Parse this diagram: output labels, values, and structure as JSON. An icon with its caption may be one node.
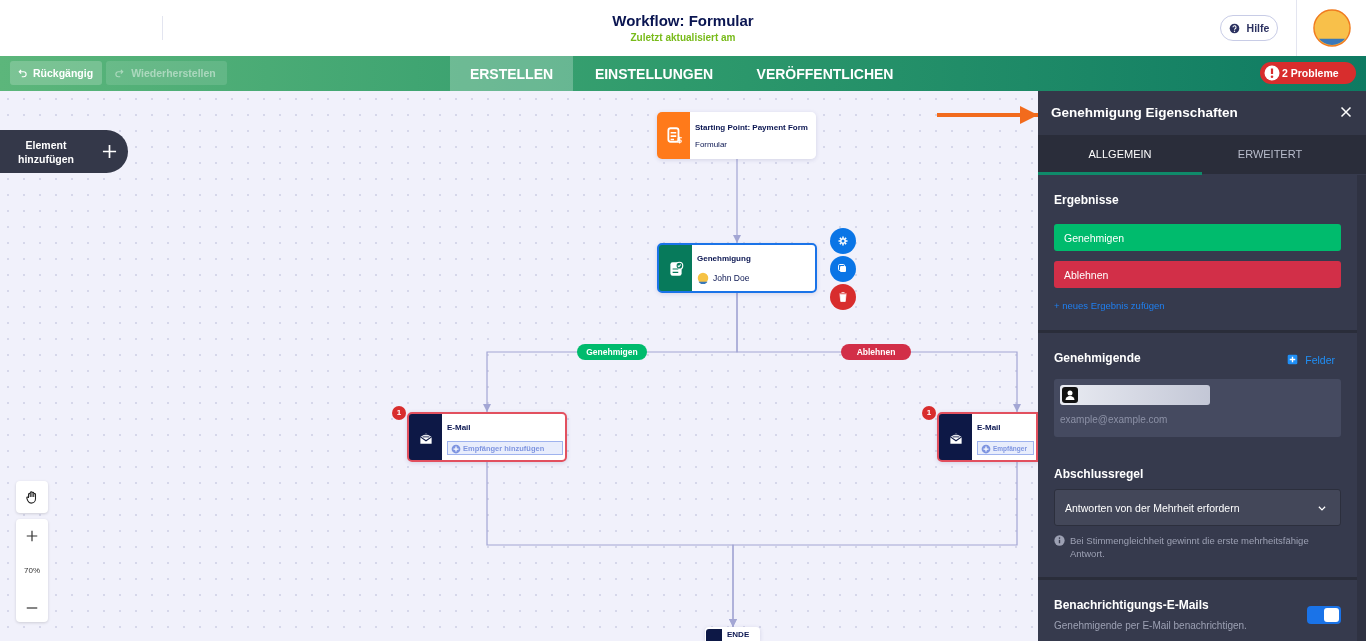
{
  "diagram": {
    "title": "Workflow: Formular",
    "nodes": [
      {
        "text": [
          "Starting Point: Payment Form",
          "Formular"
        ]
      },
      {
        "text": [
          "Genehmigung",
          "John Doe"
        ]
      },
      {
        "text": [
          "E-Mail",
          "Empfänger hinzufügen"
        ],
        "beside": [
          "1"
        ]
      },
      {
        "text": [
          "E-Mail",
          "Empfänger"
        ],
        "beside": [
          "1"
        ]
      },
      {
        "text": [
          "ENDE"
        ]
      },
      {
        "text": [
          "Genehmigung Eigenschaften"
        ]
      },
      {
        "text": [
          "Genehmigen"
        ],
        "in": 5
      },
      {
        "text": [
          "Ablehnen"
        ],
        "in": 5
      }
    ],
    "edges": [
      {
        "from": 0,
        "to": 1,
        "arrow": "to"
      },
      {
        "from": 1,
        "to": 2,
        "arrow": "to",
        "label": "Genehmigen"
      },
      {
        "from": 1,
        "to": 3,
        "arrow": "to",
        "label": "Ablehnen"
      },
      {
        "from": 2,
        "to": 4,
        "arrow": "to"
      },
      {
        "from": 3,
        "to": 4,
        "arrow": "to"
      },
      {
        "from": null,
        "to": 5,
        "arrow": "to",
        "style": "thick",
        "color": "#f26b1d"
      }
    ],
    "labels": [
      "Zuletzt aktualisiert am",
      "Hilfe",
      "Rückgängig",
      "Wiederherstellen",
      "ERSTELLEN",
      "EINSTELLUNGEN",
      "VERÖFFENTLICHEN",
      "2 Probleme",
      "Element hinzufügen",
      "70%",
      "ALLGEMEIN",
      "ERWEITERT",
      "Ergebnisse",
      "+ neues Ergebnis zufügen",
      "Genehmigende",
      "Felder",
      "example@example.com",
      "Abschlussregel",
      "Antworten von der Mehrheit erfordern",
      "Bei Stimmengleichheit gewinnt die erste mehrheitsfähige Antwort.",
      "Benachrichtigungs-E-Mails",
      "Genehmigende per E-Mail benachrichtigen."
    ]
  }
}
